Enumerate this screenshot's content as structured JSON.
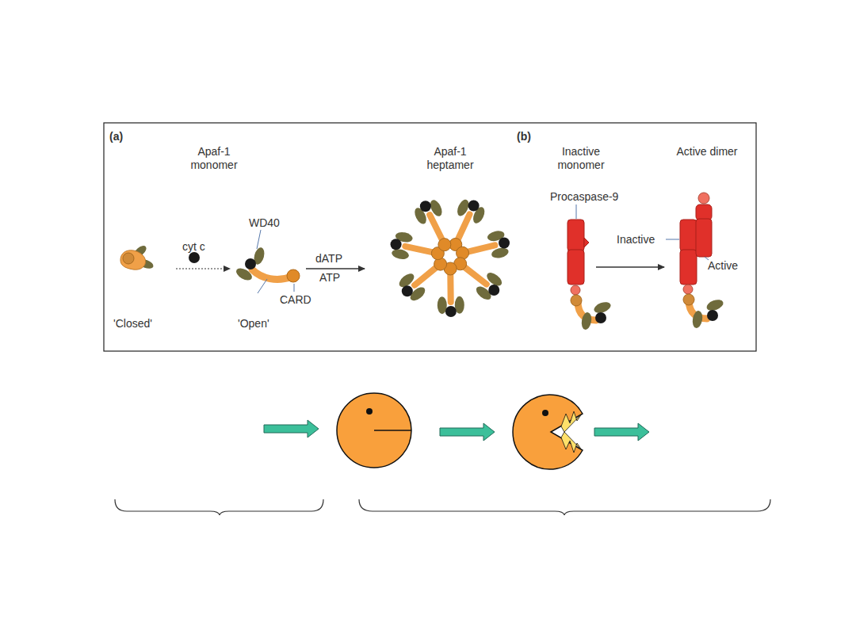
{
  "diagram": {
    "labels": [
      "(a)",
      "Apaf-1 monomer",
      "cyt c",
      "WD40",
      "dATP",
      "ATP",
      "CARD",
      "'Closed'",
      "'Open'",
      "Apaf-1 heptamer",
      "(b)",
      "Inactive monomer",
      "Procaspase-9",
      "Active dimer",
      "Inactive",
      "Active"
    ]
  }
}
